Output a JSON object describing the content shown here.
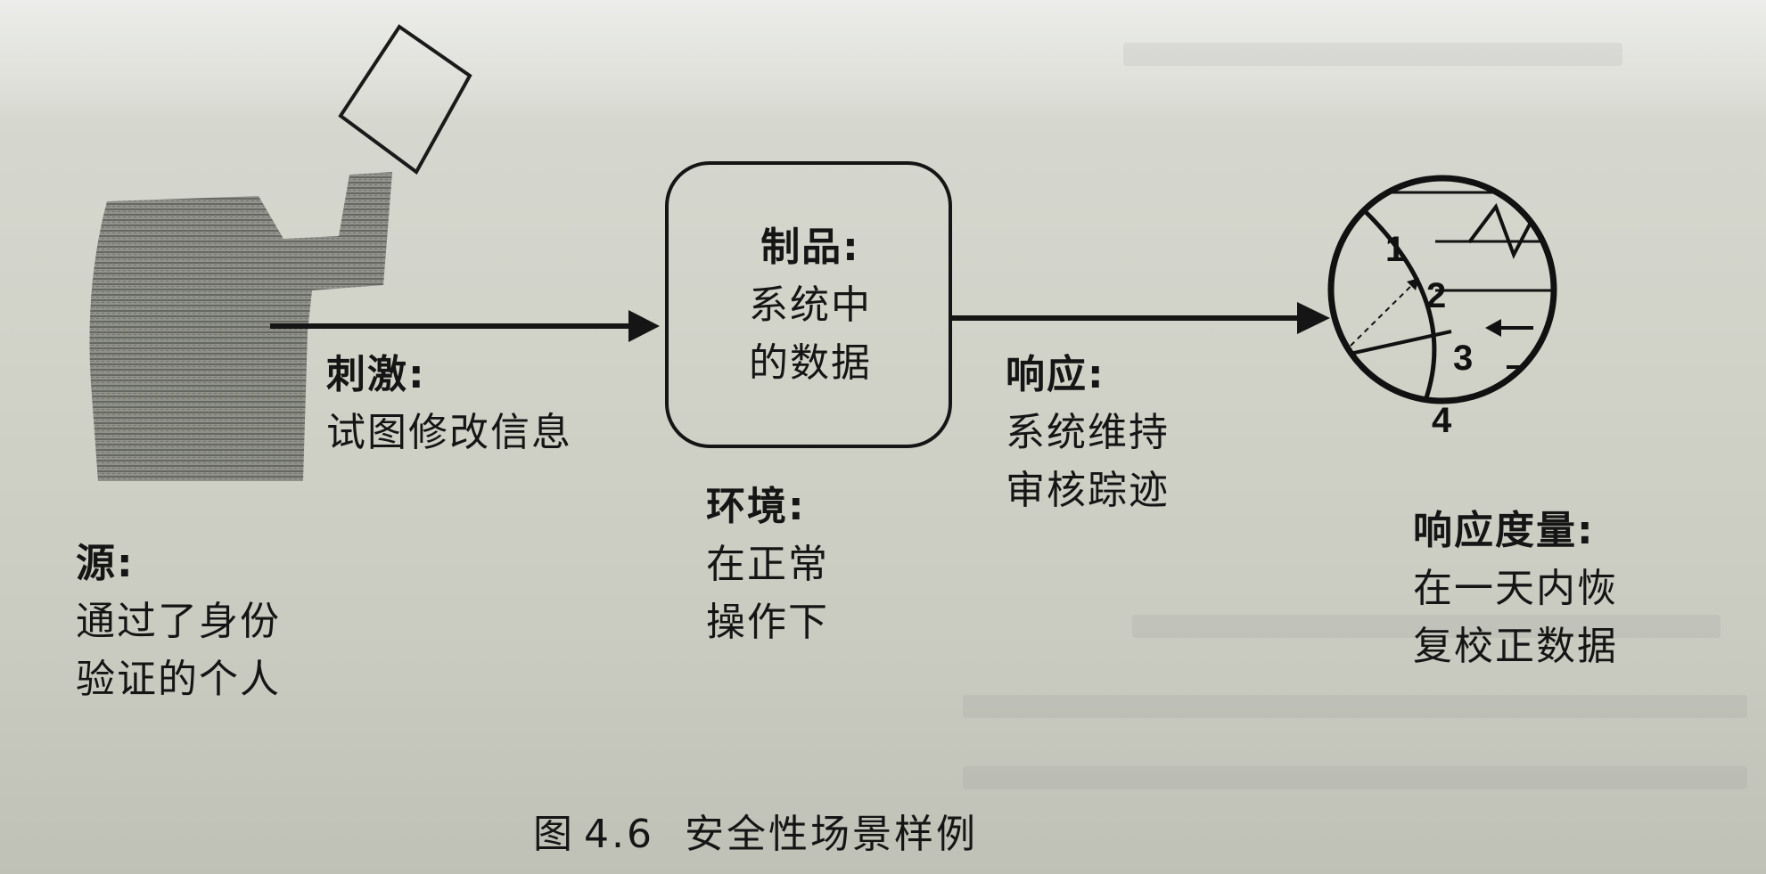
{
  "source": {
    "title": "源:",
    "lines": [
      "通过了身份",
      "验证的个人"
    ]
  },
  "stimulus": {
    "title": "刺激:",
    "lines": [
      "试图修改信息"
    ]
  },
  "artifact": {
    "title": "制品:",
    "lines": [
      "系统中",
      "的数据"
    ]
  },
  "environment": {
    "title": "环境:",
    "lines": [
      "在正常",
      "操作下"
    ]
  },
  "response": {
    "title": "响应:",
    "lines": [
      "系统维持",
      "审核踪迹"
    ]
  },
  "response_measure": {
    "title": "响应度量:",
    "lines": [
      "在一天内恢",
      "复校正数据"
    ]
  },
  "gauge": {
    "numbers": [
      "1",
      "2",
      "3",
      "4"
    ]
  },
  "caption": {
    "figure_label": "图",
    "figure_number": "4.6",
    "text": "安全性场景样例"
  }
}
